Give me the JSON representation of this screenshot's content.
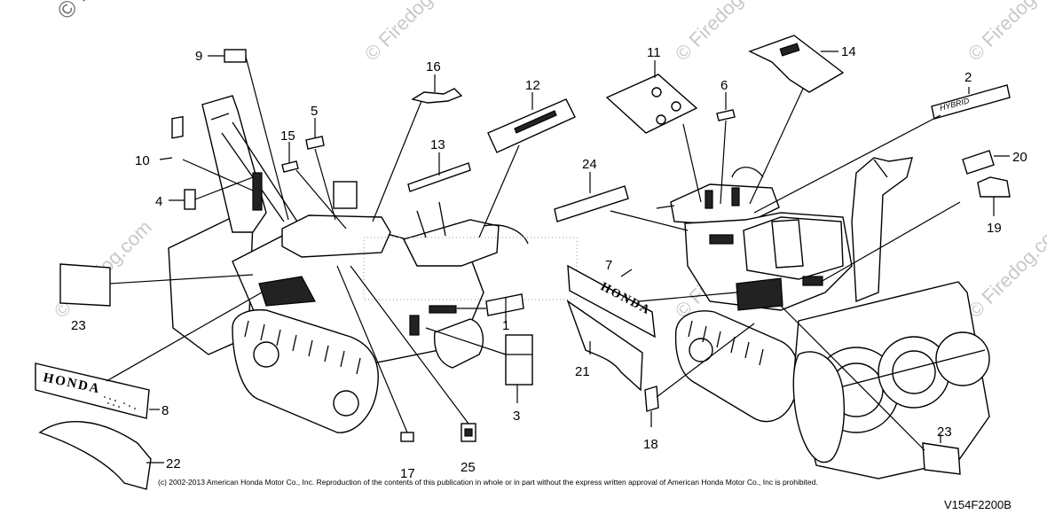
{
  "watermark": {
    "corner_text": "© Firedog.com",
    "tile_text": "© Firedog.com"
  },
  "copyright": "(c) 2002-2013 American Honda Motor Co., Inc. Reproduction of the contents of this publication in whole or in part without the express written approval of American Honda Motor Co., Inc is prohibited.",
  "diagram_code": "V154F2200B",
  "decals": {
    "honda_left": "HONDA",
    "honda_right": "HONDA",
    "hybrid": "HYBRID"
  },
  "callouts": {
    "c1": "1",
    "c2": "2",
    "c3": "3",
    "c4": "4",
    "c5": "5",
    "c6": "6",
    "c7": "7",
    "c8": "8",
    "c9": "9",
    "c10": "10",
    "c11": "11",
    "c12": "12",
    "c13": "13",
    "c14": "14",
    "c15": "15",
    "c16": "16",
    "c17": "17",
    "c18": "18",
    "c19": "19",
    "c20": "20",
    "c21": "21",
    "c22": "22",
    "c23a": "23",
    "c23b": "23",
    "c24": "24",
    "c25": "25"
  }
}
